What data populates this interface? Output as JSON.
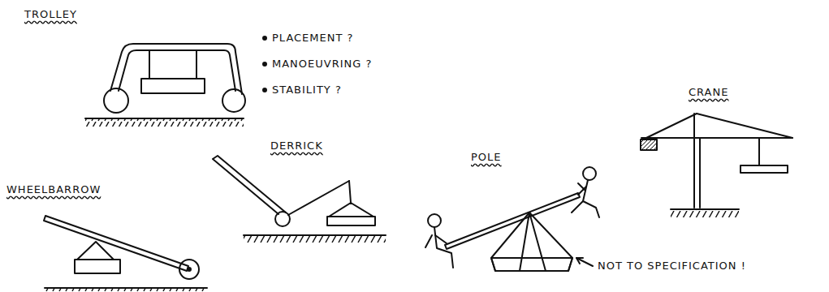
{
  "diagram": {
    "labels": [
      "TROLLEY",
      "PLACEMENT ?",
      "MANOEUVRING ?",
      "STABILITY ?",
      "CRANE",
      "DERRICK",
      "POLE",
      "WHEELBARROW",
      "NOT TO SPECIFICATION !"
    ]
  }
}
